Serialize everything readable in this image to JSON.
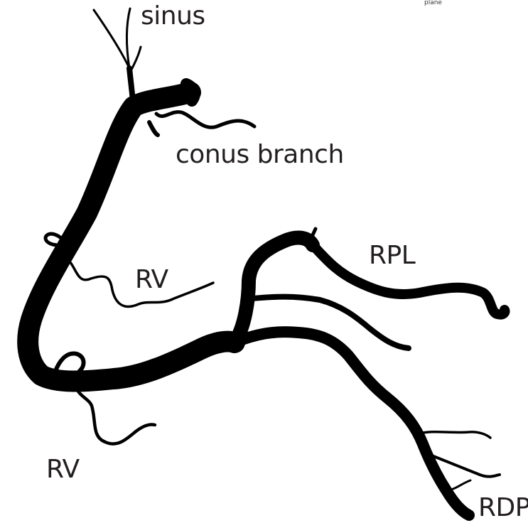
{
  "labels": {
    "sinus": "sinus",
    "conus_branch": "conus branch",
    "rv_upper": "RV",
    "rpl": "RPL",
    "rv_lower": "RV",
    "rdp": "RDP",
    "plane": "plane"
  },
  "colors": {
    "vessel": "#000000",
    "text": "#231f20",
    "background": "#ffffff"
  }
}
